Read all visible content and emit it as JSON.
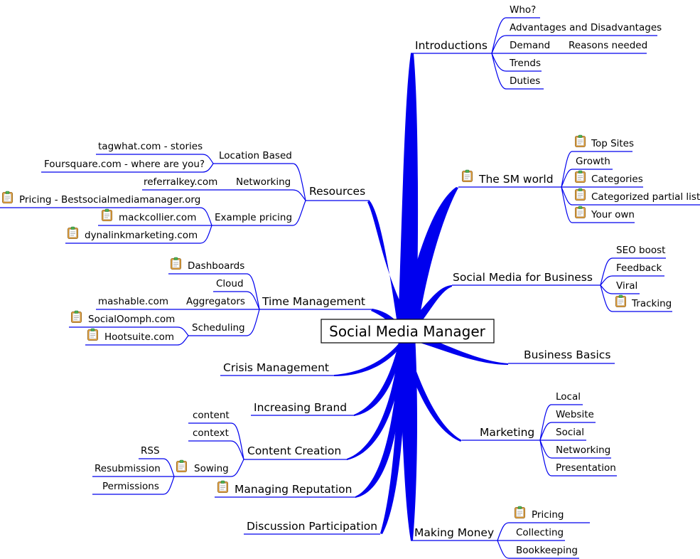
{
  "title": "Social Media Manager",
  "colors": {
    "branch": "#0000ee",
    "line": "#0000ee",
    "text": "#000000",
    "note_icon": "#e8a33a"
  },
  "nodes": {
    "introductions": "Introductions",
    "who": "Who?",
    "adv": "Advantages and Disadvantages",
    "demand": "Demand",
    "reasons": "Reasons needed",
    "trends": "Trends",
    "duties": "Duties",
    "sm_world": "The SM world",
    "top_sites": "Top Sites",
    "growth": "Growth",
    "categories": "Categories",
    "cat_partial": "Categorized partial list",
    "your_own": "Your own",
    "smb": "Social Media for Business",
    "seo": "SEO boost",
    "feedback": "Feedback",
    "viral": "Viral",
    "tracking": "Tracking",
    "business_basics": "Business Basics",
    "marketing": "Marketing",
    "local": "Local",
    "website": "Website",
    "social": "Social",
    "networking_m": "Networking",
    "presentation": "Presentation",
    "making_money": "Making Money",
    "pricing_mm": "Pricing",
    "collecting": "Collecting",
    "bookkeeping": "Bookkeeping",
    "resources": "Resources",
    "location_based": "Location Based",
    "tagwhat": "tagwhat.com - stories",
    "foursquare": "Foursquare.com - where are you?",
    "networking_r": "Networking",
    "referralkey": "referralkey.com",
    "example_pricing": "Example pricing",
    "bestsmm": "Pricing - Bestsocialmediamanager.org",
    "mackcollier": "mackcollier.com",
    "dynalink": "dynalinkmarketing.com",
    "time_mgmt": "Time Management",
    "dashboards": "Dashboards",
    "cloud": "Cloud",
    "aggregators": "Aggregators",
    "mashable": "mashable.com",
    "scheduling": "Scheduling",
    "socialoomph": "SocialOomph.com",
    "hootsuite": "Hootsuite.com",
    "crisis": "Crisis Management",
    "increasing_brand": "Increasing Brand",
    "content_creation": "Content Creation",
    "content": "content",
    "context": "context",
    "sowing": "Sowing",
    "rss": "RSS",
    "resubmission": "Resubmission",
    "permissions": "Permissions",
    "managing_rep": "Managing Reputation",
    "discussion": "Discussion Participation"
  }
}
